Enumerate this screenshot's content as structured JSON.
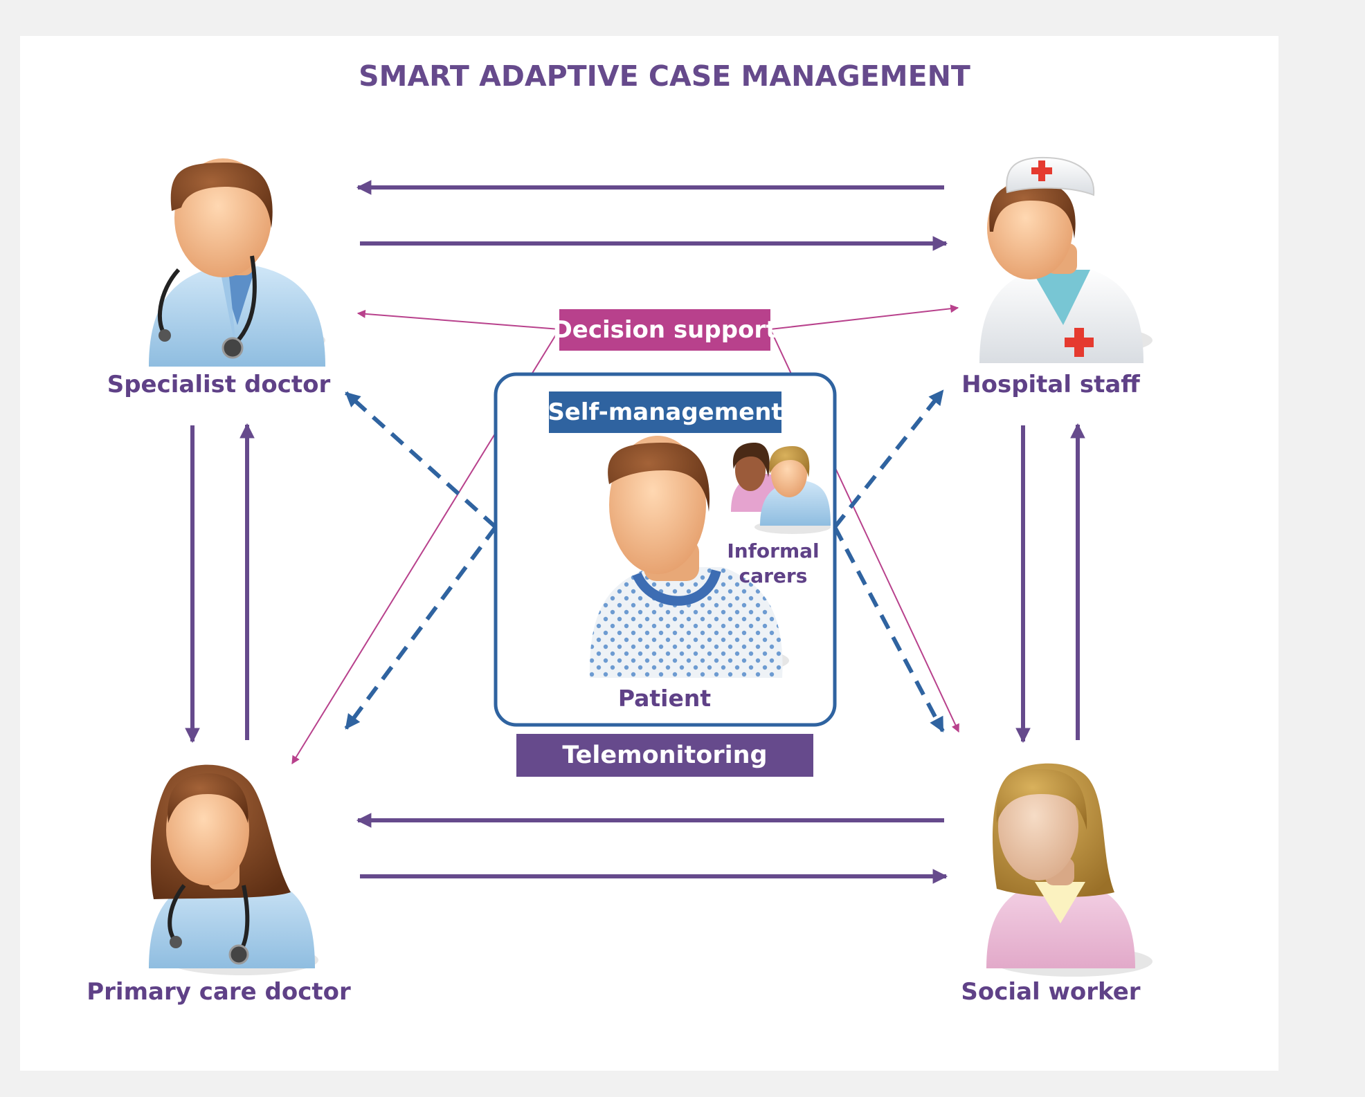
{
  "diagram": {
    "title": "SMART ADAPTIVE CASE MANAGEMENT",
    "actors": {
      "specialist_doctor": "Specialist doctor",
      "hospital_staff": "Hospital staff",
      "primary_care_doctor": "Primary care doctor",
      "social_worker": "Social worker",
      "patient": "Patient",
      "informal_carers_line1": "Informal",
      "informal_carers_line2": "carers"
    },
    "services": {
      "decision_support": "Decision support",
      "self_management": "Self-management",
      "telemonitoring": "Telemonitoring"
    },
    "colors": {
      "purple": "#664a8c",
      "label_purple": "#5f4187",
      "magenta": "#b8418c",
      "blue": "#2f63a0",
      "background": "#f1f1f1",
      "panel": "#ffffff"
    },
    "icons": [
      "doctor-icon",
      "nurse-icon",
      "female-doctor-icon",
      "social-worker-icon",
      "patient-icon",
      "carers-icon"
    ]
  }
}
